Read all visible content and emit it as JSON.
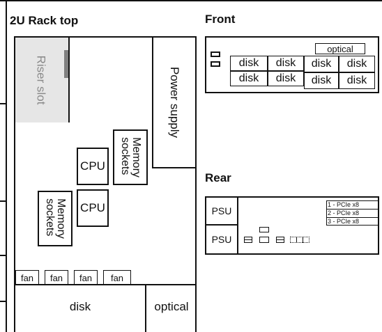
{
  "rack_top": {
    "title": "2U Rack top",
    "riser_slot": "Riser slot",
    "power_supply": "Power supply",
    "cpu_1": "CPU",
    "cpu_2": "CPU",
    "memory_1": [
      "Memory",
      "sockets"
    ],
    "memory_2": [
      "Memory",
      "sockets"
    ],
    "fans": [
      "fan",
      "fan",
      "fan",
      "fan"
    ],
    "disk": "disk",
    "optical": "optical"
  },
  "front": {
    "title": "Front",
    "optical": "optical",
    "disks_row1": [
      "disk",
      "disk",
      "disk",
      "disk"
    ],
    "disks_row2": [
      "disk",
      "disk",
      "disk",
      "disk"
    ]
  },
  "rear": {
    "title": "Rear",
    "psu": [
      "PSU",
      "PSU"
    ],
    "pcie": [
      "1 - PCIe x8",
      "2 - PCIe x8",
      "3 - PCIe x8"
    ]
  },
  "colors": {
    "line": "#111111",
    "riser_fill": "#e6e6e6",
    "riser_handle": "#808080",
    "riser_text": "#8a8a8a"
  }
}
